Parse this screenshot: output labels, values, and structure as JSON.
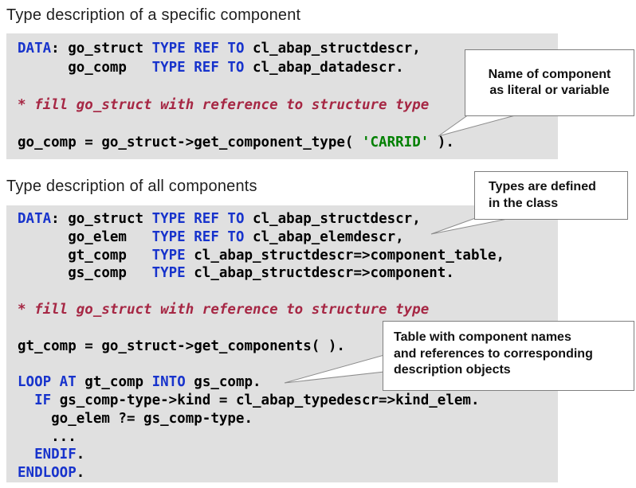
{
  "colors": {
    "code_keyword": "#1733cc",
    "code_comment": "#a62744",
    "code_literal": "#008000",
    "code_text": "#000000",
    "code_background": "#e0e0e0"
  },
  "sections": [
    {
      "title": "Type description of a specific component",
      "code": [
        [
          {
            "c": "k",
            "t": "DATA"
          },
          {
            "c": "t",
            "t": ": go_struct "
          },
          {
            "c": "k",
            "t": "TYPE REF TO"
          },
          {
            "c": "t",
            "t": " cl_abap_structdescr,"
          }
        ],
        [
          {
            "c": "t",
            "t": "      go_comp   "
          },
          {
            "c": "k",
            "t": "TYPE REF TO"
          },
          {
            "c": "t",
            "t": " cl_abap_datadescr."
          }
        ],
        [],
        [
          {
            "c": "c",
            "t": "* fill go_struct with reference to structure type"
          }
        ],
        [],
        [
          {
            "c": "t",
            "t": "go_comp = go_struct->get_component_type( "
          },
          {
            "c": "s",
            "t": "'CARRID'"
          },
          {
            "c": "t",
            "t": " )."
          }
        ]
      ]
    },
    {
      "title": "Type description of all components",
      "code": [
        [
          {
            "c": "k",
            "t": "DATA"
          },
          {
            "c": "t",
            "t": ": go_struct "
          },
          {
            "c": "k",
            "t": "TYPE REF TO"
          },
          {
            "c": "t",
            "t": " cl_abap_structdescr,"
          }
        ],
        [
          {
            "c": "t",
            "t": "      go_elem   "
          },
          {
            "c": "k",
            "t": "TYPE REF TO"
          },
          {
            "c": "t",
            "t": " cl_abap_elemdescr,"
          }
        ],
        [
          {
            "c": "t",
            "t": "      gt_comp   "
          },
          {
            "c": "k",
            "t": "TYPE"
          },
          {
            "c": "t",
            "t": " cl_abap_structdescr=>component_table,"
          }
        ],
        [
          {
            "c": "t",
            "t": "      gs_comp   "
          },
          {
            "c": "k",
            "t": "TYPE"
          },
          {
            "c": "t",
            "t": " cl_abap_structdescr=>component."
          }
        ],
        [],
        [
          {
            "c": "c",
            "t": "* fill go_struct with reference to structure type"
          }
        ],
        [],
        [
          {
            "c": "t",
            "t": "gt_comp = go_struct->get_components( )."
          }
        ],
        [],
        [
          {
            "c": "k",
            "t": "LOOP AT"
          },
          {
            "c": "t",
            "t": " gt_comp "
          },
          {
            "c": "k",
            "t": "INTO"
          },
          {
            "c": "t",
            "t": " gs_comp."
          }
        ],
        [
          {
            "c": "t",
            "t": "  "
          },
          {
            "c": "k",
            "t": "IF"
          },
          {
            "c": "t",
            "t": " gs_comp-type->kind = cl_abap_typedescr=>kind_elem."
          }
        ],
        [
          {
            "c": "t",
            "t": "    go_elem ?= gs_comp-type."
          }
        ],
        [
          {
            "c": "t",
            "t": "    ..."
          }
        ],
        [
          {
            "c": "t",
            "t": "  "
          },
          {
            "c": "k",
            "t": "ENDIF"
          },
          {
            "c": "t",
            "t": "."
          }
        ],
        [
          {
            "c": "k",
            "t": "ENDLOOP"
          },
          {
            "c": "t",
            "t": "."
          }
        ]
      ]
    }
  ],
  "callouts": [
    {
      "lines": [
        "Name of component",
        "as literal or variable"
      ]
    },
    {
      "lines": [
        "Types are defined",
        "in the class"
      ]
    },
    {
      "lines": [
        "Table with component names",
        "and references to corresponding",
        "description objects"
      ]
    }
  ]
}
